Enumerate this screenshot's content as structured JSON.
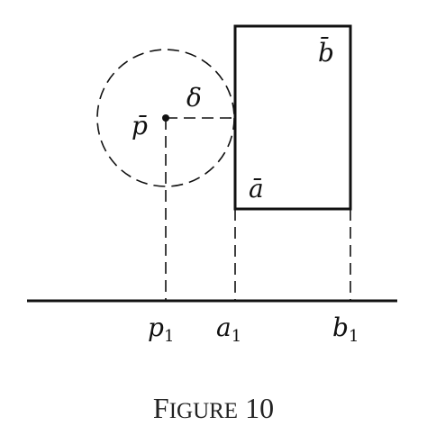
{
  "labels": {
    "point": "p̄",
    "distance": "δ",
    "corner_upper": "b̄",
    "corner_lower": "ā",
    "axis_p": {
      "letter": "p",
      "index": "1"
    },
    "axis_a": {
      "letter": "a",
      "index": "1"
    },
    "axis_b": {
      "letter": "b",
      "index": "1"
    }
  },
  "caption": {
    "initial": "F",
    "rest": "IGURE",
    "number": "10"
  }
}
